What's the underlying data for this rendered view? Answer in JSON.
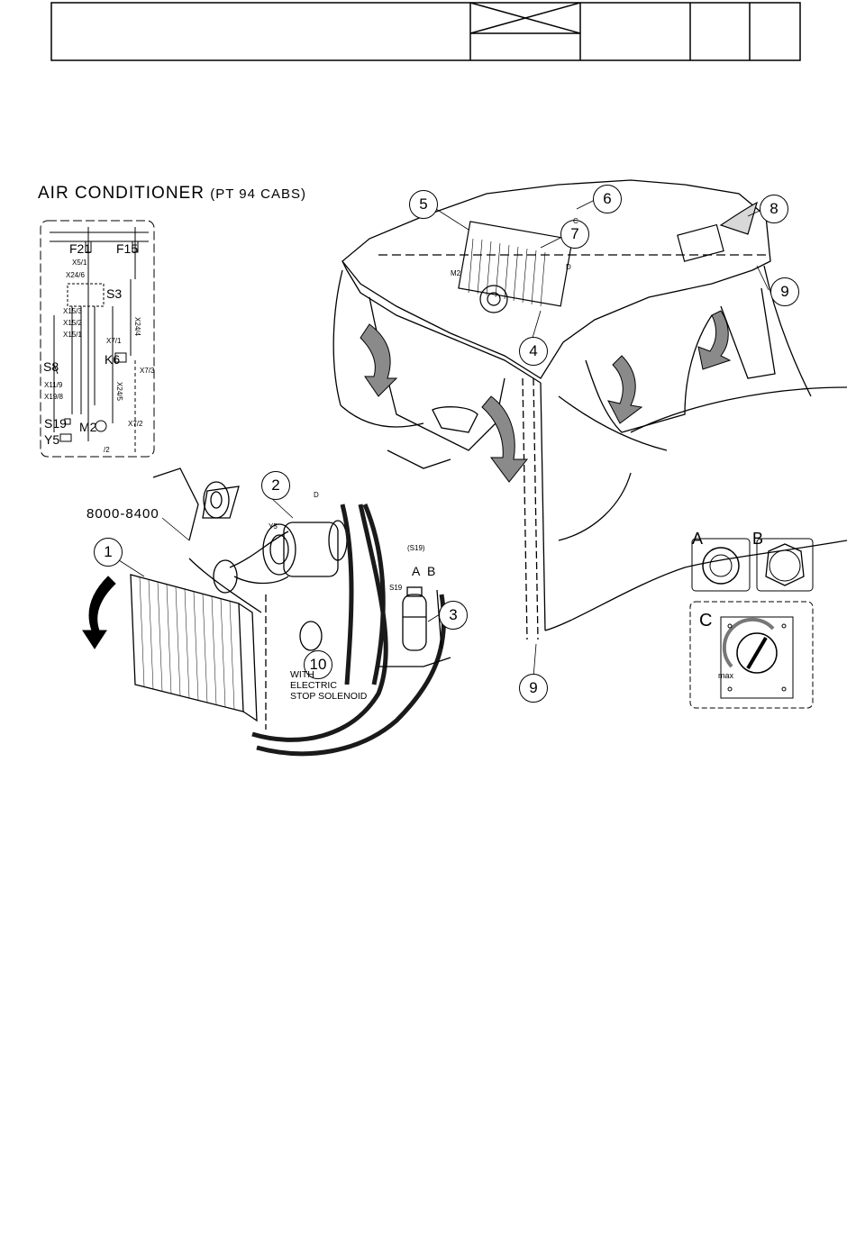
{
  "title": {
    "main": "AIR CONDITIONER",
    "sub": "(PT 94 CABS)"
  },
  "schematic": {
    "labels": {
      "f21": "F21",
      "f15": "F15",
      "s3": "S3",
      "s8": "S8",
      "k6": "K6",
      "m2": "M2",
      "s19": "S19",
      "y5": "Y5",
      "slash2": "/2",
      "x5_1": "X5/1",
      "x24_6": "X24/6",
      "x15_3": "X15/3",
      "x15_2": "X15/2",
      "x15_1": "X15/1",
      "x7_1": "X7/1",
      "x24_4": "X24/4",
      "x7_3": "X7/3",
      "x11_9": "X11/9",
      "x19_8": "X19/8",
      "x24_5": "X24/5",
      "x7_2": "X7/2"
    }
  },
  "model_range": "8000-8400",
  "callouts": [
    "1",
    "2",
    "3",
    "4",
    "5",
    "6",
    "7",
    "8",
    "9",
    "9",
    "10"
  ],
  "detail_labels": {
    "a": "A",
    "b": "B",
    "c": "C",
    "a_hose": "A",
    "b_hose": "B",
    "c_small": "C",
    "d_small": "D",
    "d_roof": "D"
  },
  "small_labels": {
    "y5": "Y5",
    "m2": "M2",
    "s19": "S19",
    "s19_paren": "(S19)"
  },
  "note": {
    "line1": "WITH",
    "line2": "ELECTRIC",
    "line3": "STOP SOLENOID"
  },
  "dial": {
    "max": "max"
  }
}
